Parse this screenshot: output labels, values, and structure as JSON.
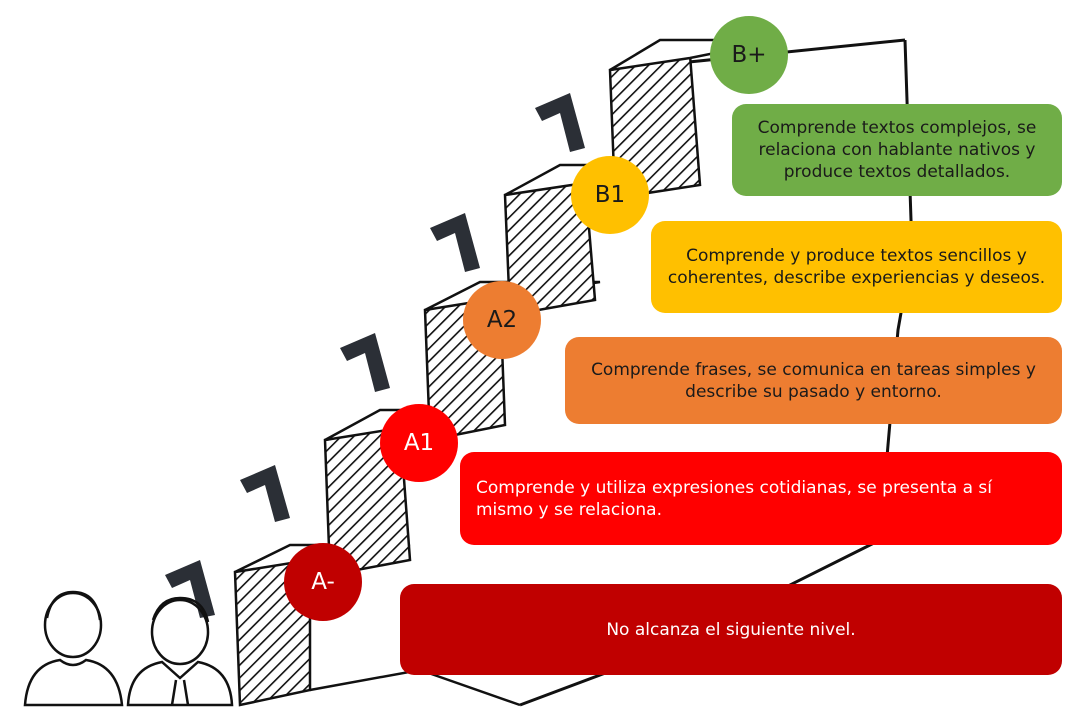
{
  "levels": [
    {
      "code": "A-",
      "description": "No alcanza el siguiente nivel.",
      "color": "#c00000",
      "text_color": "#ffffff"
    },
    {
      "code": "A1",
      "description": "Comprende y utiliza expresiones cotidianas, se presenta a sí mismo y se relaciona.",
      "color": "#ff0000",
      "text_color": "#ffffff"
    },
    {
      "code": "A2",
      "description": "Comprende frases, se comunica en tareas simples y describe su pasado y entorno.",
      "color": "#ed7d31",
      "text_color": "#1a1a1a"
    },
    {
      "code": "B1",
      "description": "Comprende y produce textos sencillos y coherentes, describe experiencias y deseos.",
      "color": "#ffc000",
      "text_color": "#1a1a1a"
    },
    {
      "code": "B+",
      "description": "Comprende textos complejos, se relaciona con hablante nativos y produce textos detallados.",
      "color": "#70ad47",
      "text_color": "#1a1a1a"
    }
  ],
  "icons": [
    "woman-avatar-icon",
    "man-avatar-icon",
    "chevron-up-right-icon"
  ]
}
